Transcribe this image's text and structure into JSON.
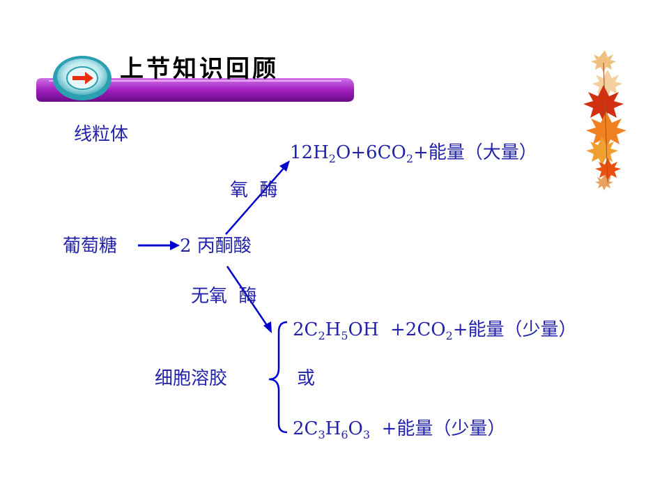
{
  "header": {
    "title": "上节知识回顾"
  },
  "diagram": {
    "mitochondria_label": "线粒体",
    "glucose_label": "葡萄糖",
    "pyruvate_label": "2 丙酮酸",
    "aerobic_enzyme_label": "氧  酶",
    "anaerobic_enzyme_label": "无氧  酶",
    "cytoplasm_label": "细胞溶胶",
    "or_label": "或",
    "aerobic_product": {
      "p1": "12H",
      "s1": "2",
      "p2": "O+6CO",
      "s2": "2",
      "p3": "+能量（大量）"
    },
    "alcohol_product": {
      "p1": "2C",
      "s1": "2",
      "p2": "H",
      "s2": "5",
      "p3": "OH  +2CO",
      "s3": "2",
      "p4": "+能量（少量）"
    },
    "lactic_product": {
      "p1": "2C",
      "s1": "3",
      "p2": "H",
      "s2": "6",
      "p3": "O",
      "s3": "3",
      "p4": "  +能量（少量）"
    }
  },
  "colors": {
    "text": "#2222aa",
    "arrow": "#0000cc",
    "title_bar": "#a020c0",
    "leaf_orange": "#e86a10"
  },
  "icons": {
    "header_button": "arrow-right-icon",
    "decoration": "maple-leaves-icon"
  }
}
